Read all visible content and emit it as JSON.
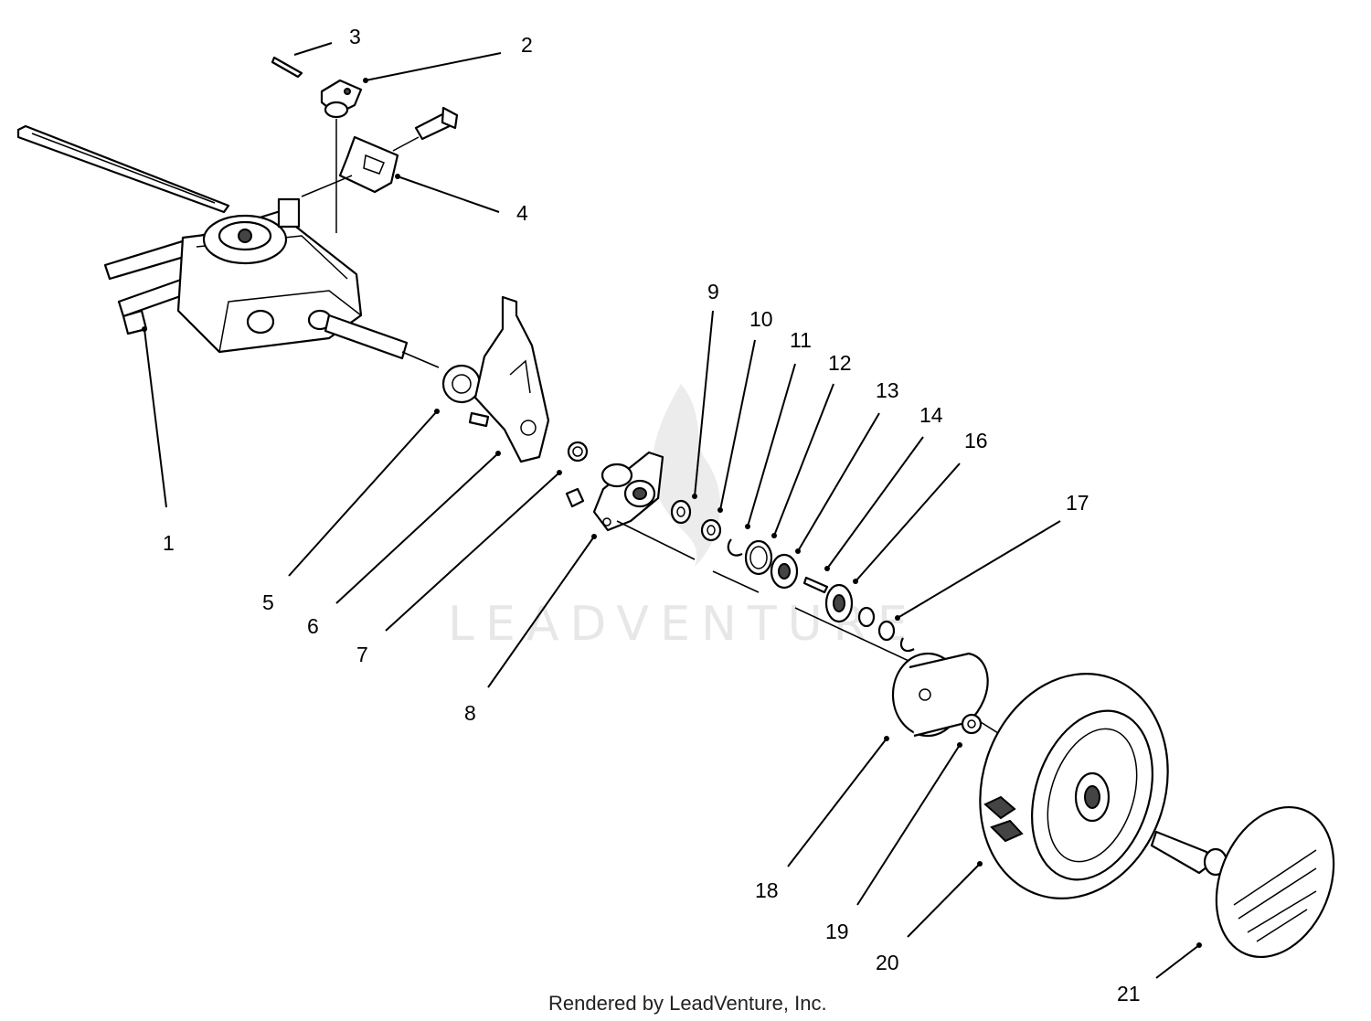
{
  "watermark": "LEADVENTURE",
  "credit": "Rendered by LeadVenture, Inc.",
  "callouts": [
    {
      "id": "1",
      "label": "1"
    },
    {
      "id": "2",
      "label": "2"
    },
    {
      "id": "3",
      "label": "3"
    },
    {
      "id": "4",
      "label": "4"
    },
    {
      "id": "5",
      "label": "5"
    },
    {
      "id": "6",
      "label": "6"
    },
    {
      "id": "7",
      "label": "7"
    },
    {
      "id": "8",
      "label": "8"
    },
    {
      "id": "9",
      "label": "9"
    },
    {
      "id": "10",
      "label": "10"
    },
    {
      "id": "11",
      "label": "11"
    },
    {
      "id": "12",
      "label": "12"
    },
    {
      "id": "13",
      "label": "13"
    },
    {
      "id": "14",
      "label": "14"
    },
    {
      "id": "16",
      "label": "16"
    },
    {
      "id": "17",
      "label": "17"
    },
    {
      "id": "18",
      "label": "18"
    },
    {
      "id": "19",
      "label": "19"
    },
    {
      "id": "20",
      "label": "20"
    },
    {
      "id": "21",
      "label": "21"
    }
  ]
}
